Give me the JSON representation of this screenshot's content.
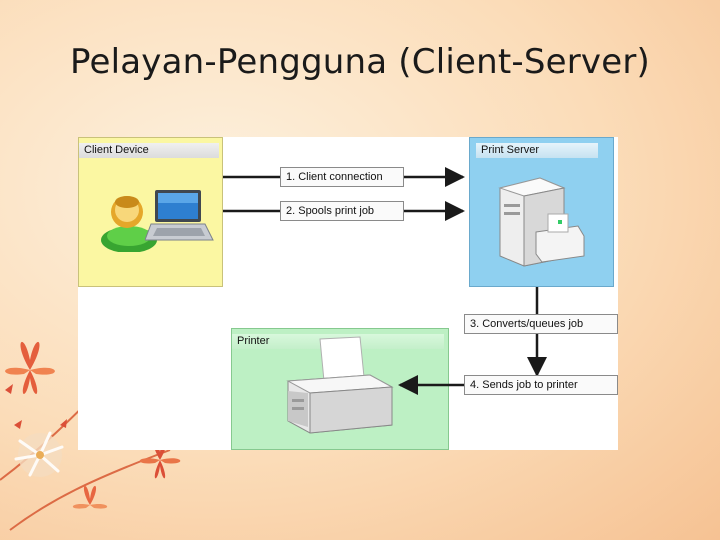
{
  "slide": {
    "title": "Pelayan-Pengguna (Client-Server)"
  },
  "diagram": {
    "nodes": {
      "client": {
        "label": "Client Device"
      },
      "server": {
        "label": "Print Server"
      },
      "printer": {
        "label": "Printer"
      }
    },
    "steps": [
      {
        "label": "1. Client connection"
      },
      {
        "label": "2. Spools print job"
      },
      {
        "label": "3. Converts/queues job"
      },
      {
        "label": "4. Sends job to printer"
      }
    ]
  },
  "colors": {
    "client_fill": "#fbf7a2",
    "server_fill": "#8fd0f0",
    "printer_fill": "#bdf0c4",
    "arrow": "#1a1a1a"
  },
  "icons": [
    "user-icon",
    "laptop-icon",
    "server-icon",
    "printer-icon",
    "flower-decoration"
  ]
}
